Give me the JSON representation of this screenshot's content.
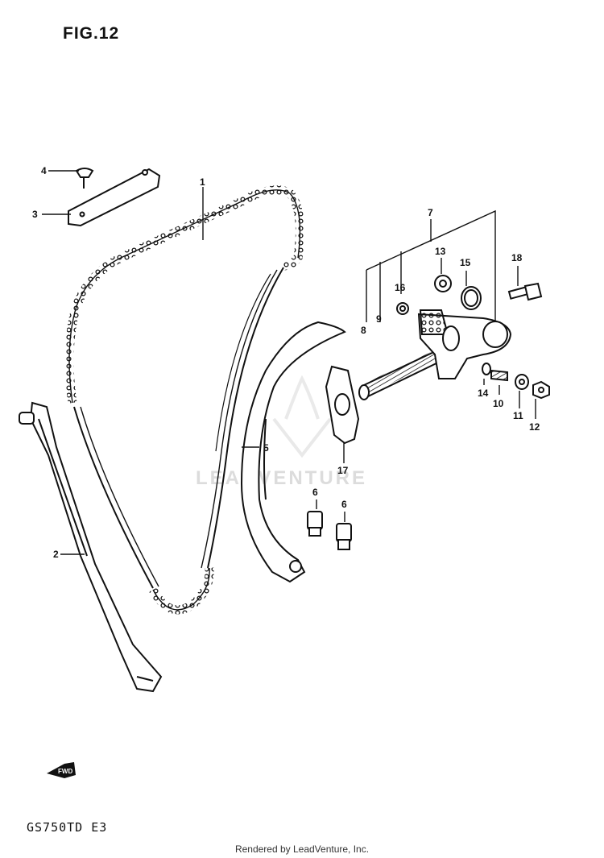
{
  "title": "FIG.12",
  "model_code": "GS750TD E3",
  "footer": "Rendered by LeadVenture, Inc.",
  "watermark": "LEADVENTURE",
  "fwd_label": "FWD",
  "callouts": [
    {
      "id": "1",
      "name": "callout-1"
    },
    {
      "id": "2",
      "name": "callout-2"
    },
    {
      "id": "3",
      "name": "callout-3"
    },
    {
      "id": "4",
      "name": "callout-4"
    },
    {
      "id": "5",
      "name": "callout-5"
    },
    {
      "id": "6",
      "name": "callout-6a"
    },
    {
      "id": "6",
      "name": "callout-6b"
    },
    {
      "id": "7",
      "name": "callout-7"
    },
    {
      "id": "8",
      "name": "callout-8"
    },
    {
      "id": "9",
      "name": "callout-9"
    },
    {
      "id": "10",
      "name": "callout-10"
    },
    {
      "id": "11",
      "name": "callout-11"
    },
    {
      "id": "12",
      "name": "callout-12"
    },
    {
      "id": "13",
      "name": "callout-13"
    },
    {
      "id": "14",
      "name": "callout-14"
    },
    {
      "id": "15",
      "name": "callout-15"
    },
    {
      "id": "16",
      "name": "callout-16"
    },
    {
      "id": "17",
      "name": "callout-17"
    },
    {
      "id": "18",
      "name": "callout-18"
    }
  ]
}
